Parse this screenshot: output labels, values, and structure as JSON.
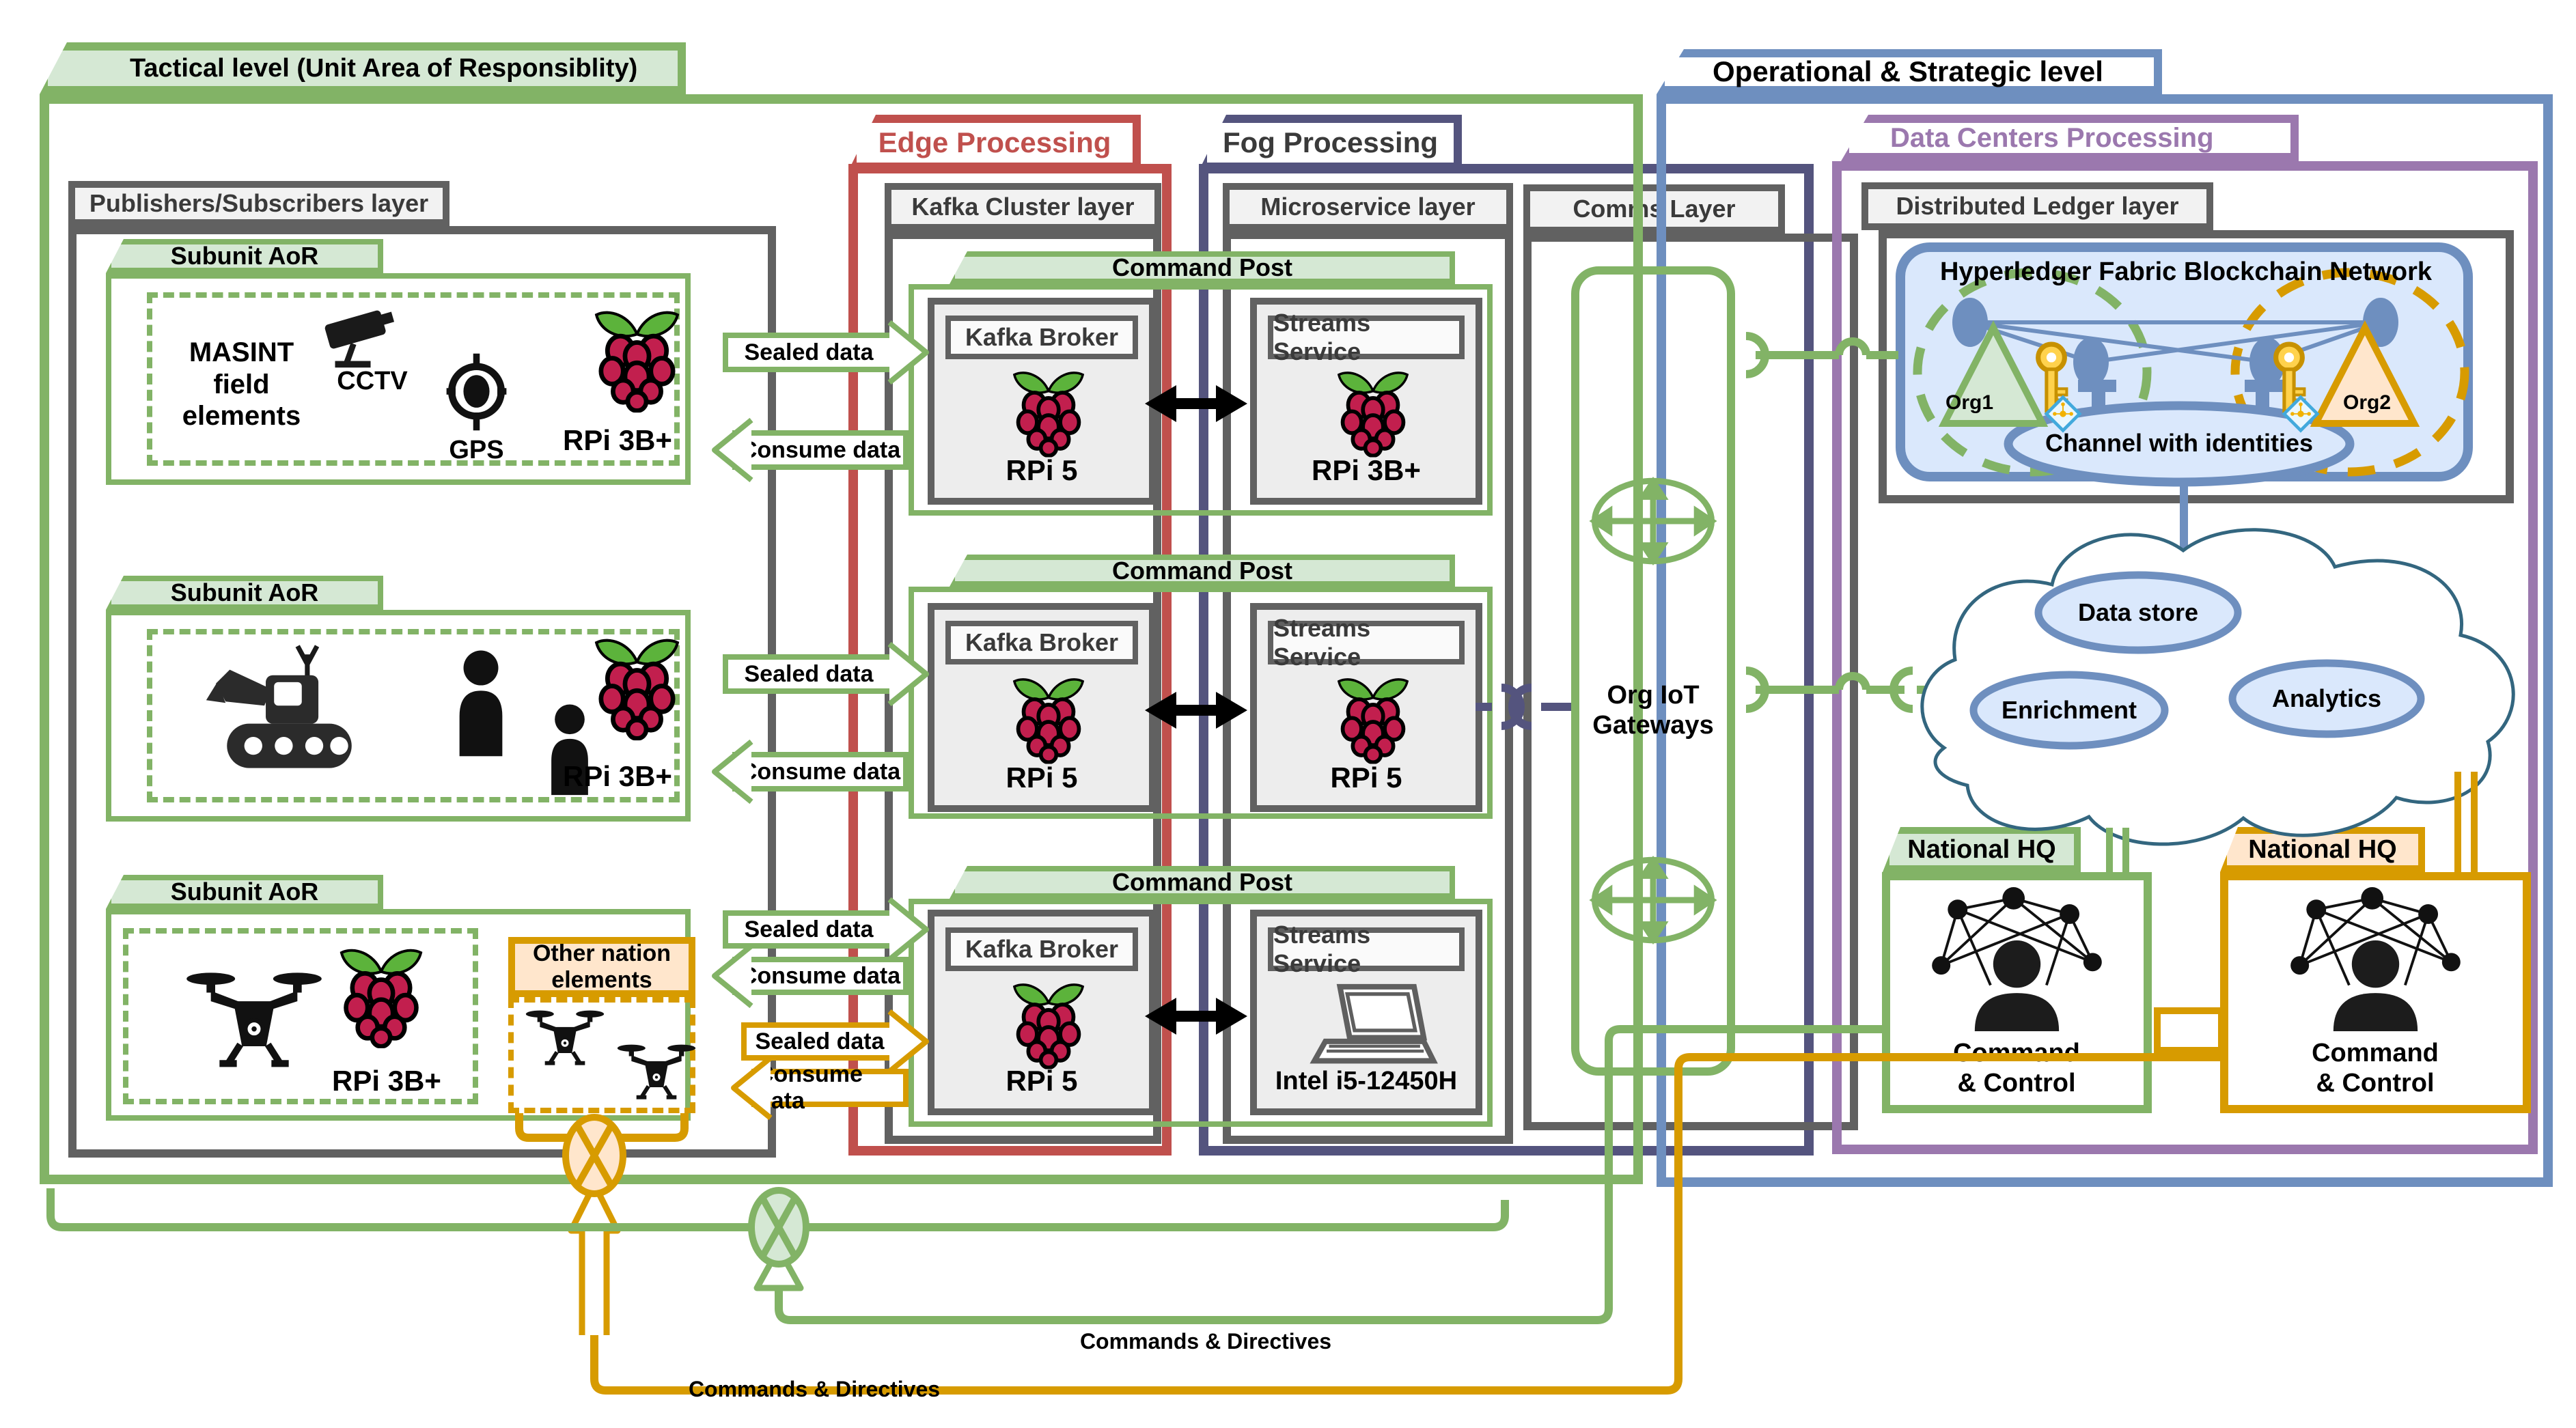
{
  "tactical": {
    "title": "Tactical level (Unit Area of Responsiblity)"
  },
  "operational": {
    "title": "Operational & Strategic level"
  },
  "processing": {
    "edge": "Edge Processing",
    "fog": "Fog Processing",
    "data_centers": "Data Centers Processing"
  },
  "layers": {
    "publishers": "Publishers/Subscribers layer",
    "kafka_cluster": "Kafka Cluster layer",
    "microservice": "Microservice layer",
    "comms": "Comms Layer",
    "ledger": "Distributed Ledger layer"
  },
  "subunits": {
    "title": "Subunit AoR",
    "masint": "MASINT field elements",
    "cctv": "CCTV",
    "gps": "GPS",
    "rpi3": "RPi 3B+",
    "other_nation": "Other nation elements"
  },
  "command_post": {
    "title": "Command Post",
    "kafka_broker": "Kafka Broker",
    "streams_service": "Streams Service",
    "rpi5": "RPi 5",
    "rpi3": "RPi 3B+",
    "intel": "Intel i5-12450H"
  },
  "flows": {
    "sealed": "Sealed data",
    "consume": "Consume data",
    "commands": "Commands & Directives"
  },
  "comms": {
    "gateways": "Org IoT Gateways"
  },
  "blockchain": {
    "title": "Hyperledger Fabric Blockchain Network",
    "org1": "Org1",
    "org2": "Org2",
    "channel": "Channel with identities"
  },
  "cloud": {
    "data_store": "Data store",
    "enrichment": "Enrichment",
    "analytics": "Analytics"
  },
  "hq": {
    "title": "National HQ",
    "command_control": "Command & Control"
  },
  "colors": {
    "green": "#82b366",
    "green_fill": "#d5e8d4",
    "red": "#c0504d",
    "indigo": "#54547e",
    "blue": "#6e8fbf",
    "blue_fill": "#dae8fc",
    "purple": "#9b78ae",
    "orange": "#d79b00",
    "orange_fill": "#ffe6cc",
    "gray": "#616161",
    "gray_fill": "#f2f2f2"
  }
}
